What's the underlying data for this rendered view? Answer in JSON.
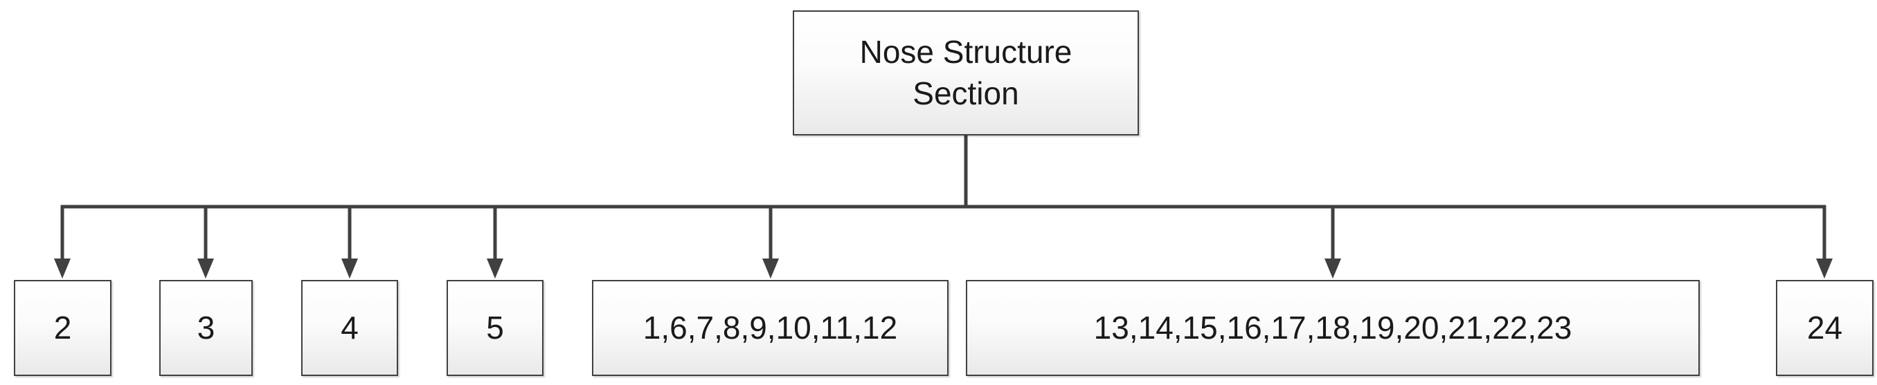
{
  "diagram": {
    "root": {
      "line1": "Nose Structure",
      "line2": "Section"
    },
    "children": [
      {
        "label": "2"
      },
      {
        "label": "3"
      },
      {
        "label": "4"
      },
      {
        "label": "5"
      },
      {
        "label": "1,6,7,8,9,10,11,12"
      },
      {
        "label": "13,14,15,16,17,18,19,20,21,22,23"
      },
      {
        "label": "24"
      }
    ]
  }
}
